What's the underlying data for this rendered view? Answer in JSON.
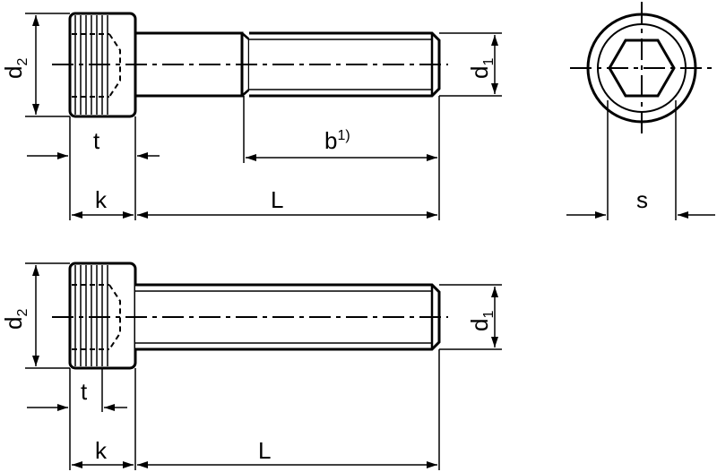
{
  "diagram": {
    "top_view": {
      "d2": {
        "base": "d",
        "sub": "2"
      },
      "d1": {
        "base": "d",
        "sub": "1"
      },
      "t": "t",
      "b": {
        "base": "b",
        "sup": "1)"
      },
      "k": "k",
      "L": "L"
    },
    "end_view": {
      "s": "s"
    },
    "bottom_view": {
      "d2": {
        "base": "d",
        "sub": "2"
      },
      "d1": {
        "base": "d",
        "sub": "1"
      },
      "t": "t",
      "k": "k",
      "L": "L"
    },
    "colors": {
      "ink": "#000000",
      "paper": "#ffffff"
    }
  }
}
